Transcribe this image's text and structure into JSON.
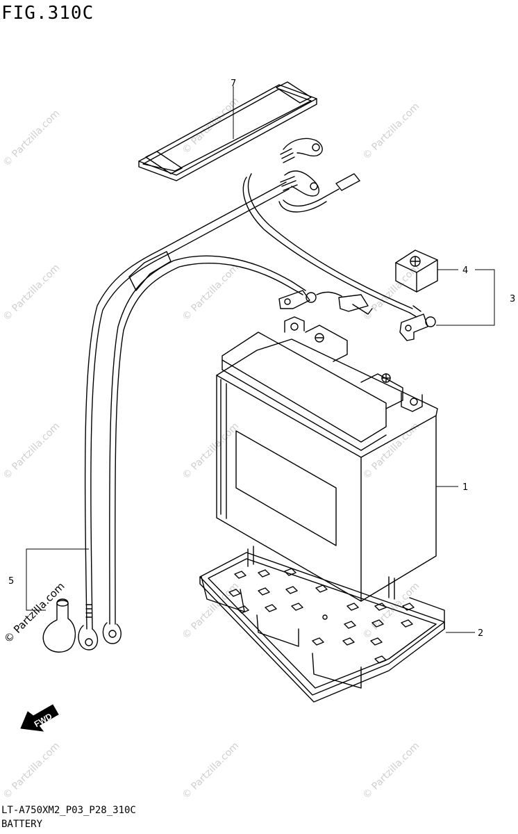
{
  "figure": {
    "title": "FIG.310C"
  },
  "callouts": {
    "c1": "1",
    "c2": "2",
    "c3": "3",
    "c4": "4",
    "c5": "5",
    "c7": "7"
  },
  "fwd_label": "FWD",
  "watermark": "© Partzilla.com",
  "footer": {
    "code": "LT-A750XM2_P03_P28_310C",
    "caption": "BATTERY"
  },
  "colors": {
    "line": "#000000",
    "watermark": "#cfcfcf"
  }
}
